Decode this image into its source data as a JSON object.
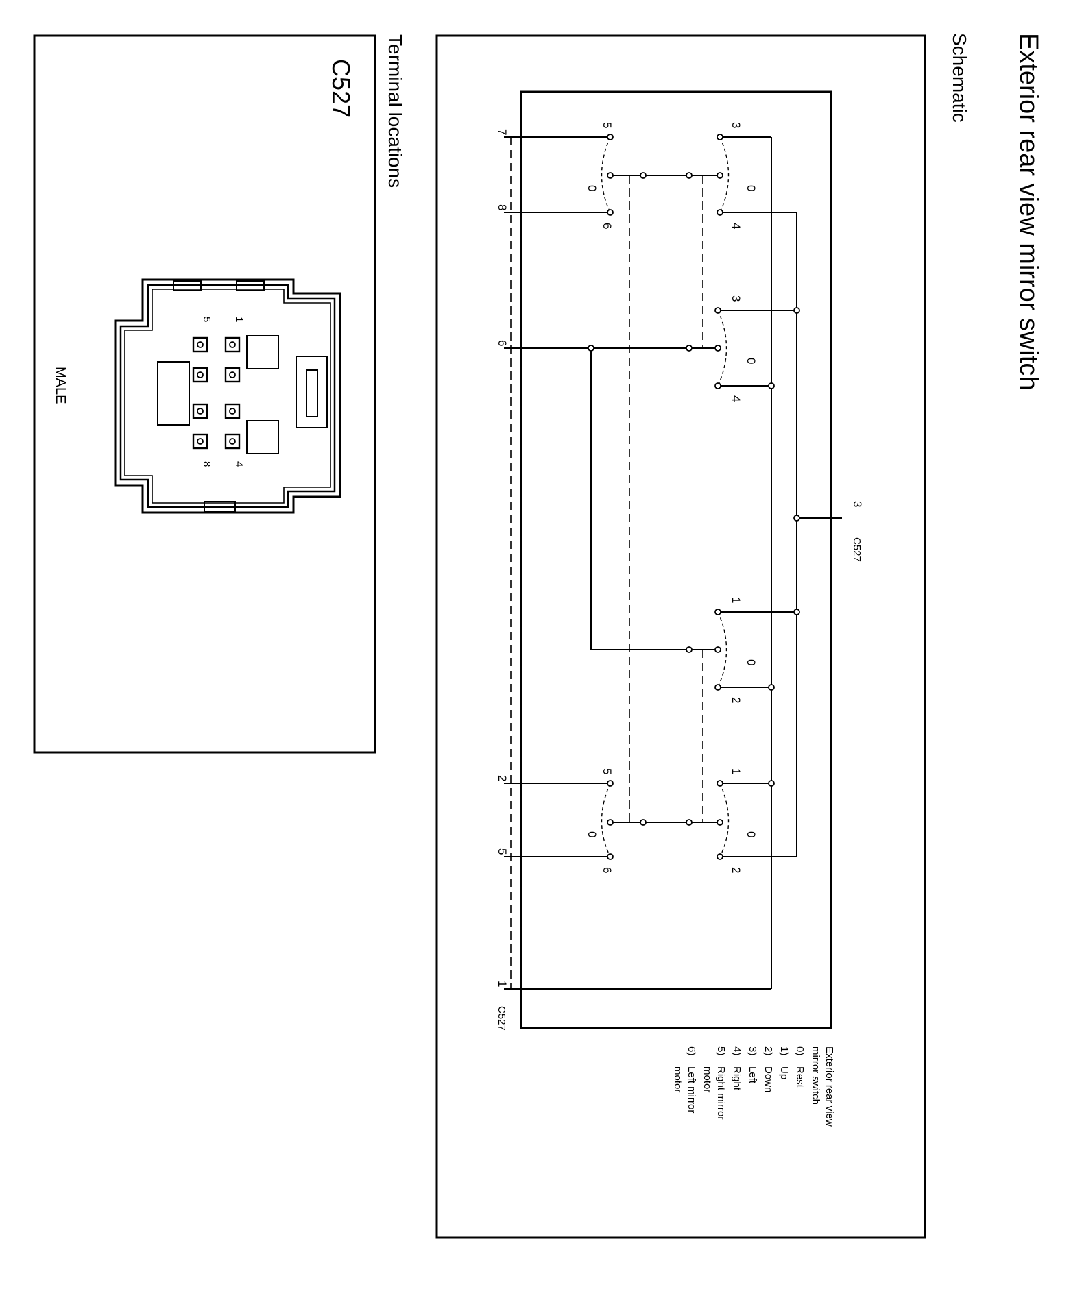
{
  "title": "Exterior rear view mirror switch",
  "schematic_heading": "Schematic",
  "terminal_heading": "Terminal locations",
  "connector": {
    "name": "C527",
    "gender": "MALE",
    "top_feed_pin": "3",
    "bottom_pins": [
      "7",
      "8",
      "6",
      "2",
      "5",
      "1"
    ],
    "face_pins_row_a": [
      "1",
      "4"
    ],
    "face_pins_row_b": [
      "5",
      "8"
    ]
  },
  "legend": {
    "title_line1": "Exterior rear view",
    "title_line2": "mirror switch",
    "items": [
      {
        "num": "0)",
        "text": "Rest"
      },
      {
        "num": "1)",
        "text": "Up"
      },
      {
        "num": "2)",
        "text": "Down"
      },
      {
        "num": "3)",
        "text": "Left"
      },
      {
        "num": "4)",
        "text": "Right"
      },
      {
        "num": "5)",
        "text": "Right mirror",
        "cont": "motor"
      },
      {
        "num": "6)",
        "text": "Left mirror",
        "cont": "motor"
      }
    ]
  },
  "switches": {
    "s1": {
      "top": "3",
      "mid": "0",
      "bot": "4"
    },
    "s2": {
      "top": "5",
      "mid": "0",
      "bot": "6"
    },
    "s3": {
      "top": "3",
      "mid": "0",
      "bot": "4"
    },
    "s4": {
      "top": "1",
      "mid": "0",
      "bot": "2"
    },
    "s5": {
      "top": "1",
      "mid": "0",
      "bot": "2"
    },
    "s6": {
      "top": "5",
      "mid": "0",
      "bot": "6"
    }
  }
}
